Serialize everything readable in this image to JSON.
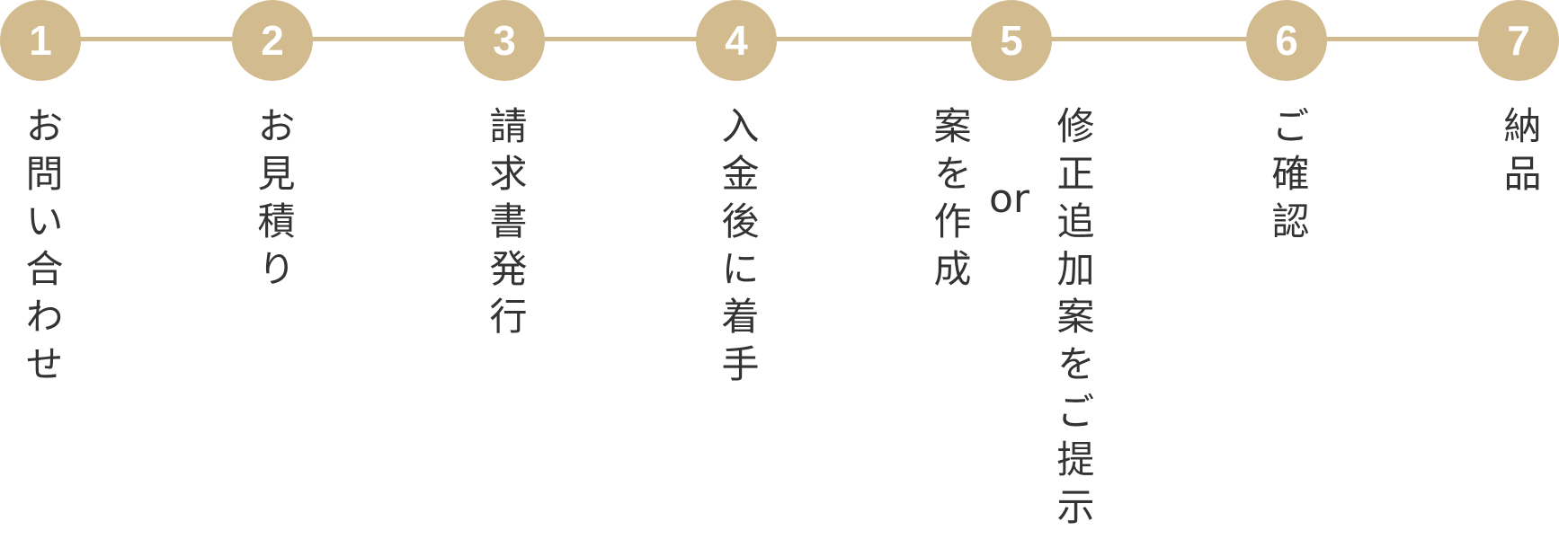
{
  "colors": {
    "accent": "#d2bb8e",
    "number_text": "#ffffff",
    "label_text": "#333333"
  },
  "steps": [
    {
      "number": "1",
      "label": "お問い合わせ"
    },
    {
      "number": "2",
      "label": "お見積り"
    },
    {
      "number": "3",
      "label": "請求書発行"
    },
    {
      "number": "4",
      "label": "入金後に着手"
    },
    {
      "number": "5",
      "label_alt": "案を作成",
      "connector": "or",
      "label": "修正追加案をご提示"
    },
    {
      "number": "6",
      "label": "ご確認"
    },
    {
      "number": "7",
      "label": "納品"
    }
  ]
}
